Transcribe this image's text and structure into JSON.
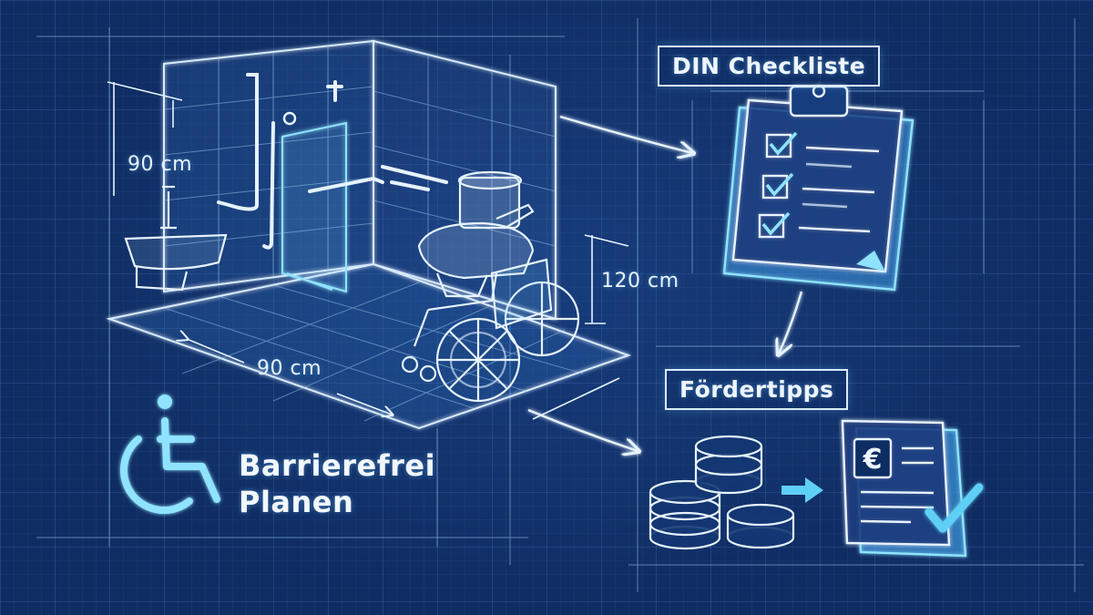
{
  "title": {
    "line1": "Barrierefrei",
    "line2": "Planen"
  },
  "dimensions": {
    "wall_height": "90 cm",
    "floor_width": "90 cm",
    "side_clearance": "120 cm"
  },
  "boxes": {
    "checklist": "DIN Checkliste",
    "funding": "Fördertipps"
  },
  "icons": {
    "wheelchair_symbol": "wheelchair-accessibility-icon",
    "clipboard": "clipboard-checklist-icon",
    "coins": "coin-stack-icon",
    "document": "euro-document-icon",
    "check": "checkmark-icon"
  },
  "document_symbol": "€",
  "colors": {
    "background": "#0f2d63",
    "line": "#d8ebff",
    "accent": "#5fd0f5"
  }
}
